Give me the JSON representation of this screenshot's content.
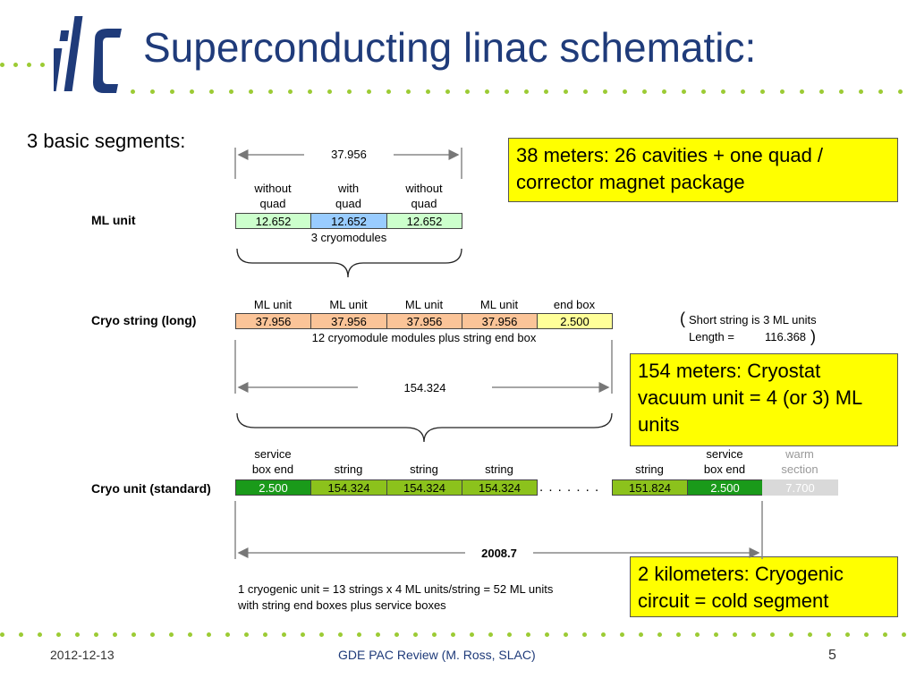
{
  "title": "Superconducting linac schematic:",
  "logo_text": "ilc",
  "segments_label": "3 basic segments:",
  "callouts": {
    "c1": "38 meters: 26 cavities + one quad / corrector magnet package",
    "c2": "154 meters: Cryostat vacuum unit = 4 (or 3) ML units",
    "c3": "2 kilometers: Cryogenic circuit = cold segment"
  },
  "ml_unit": {
    "row_label": "ML unit",
    "span": "37.956",
    "headers": [
      {
        "l1": "without",
        "l2": "quad"
      },
      {
        "l1": "with",
        "l2": "quad"
      },
      {
        "l1": "without",
        "l2": "quad"
      }
    ],
    "values": [
      "12.652",
      "12.652",
      "12.652"
    ],
    "caption": "3 cryomodules"
  },
  "cryo_string": {
    "row_label": "Cryo string (long)",
    "headers": [
      "ML unit",
      "ML unit",
      "ML unit",
      "ML unit",
      "end box"
    ],
    "values": [
      "37.956",
      "37.956",
      "37.956",
      "37.956",
      "2.500"
    ],
    "caption": "12 cryomodule modules plus string end box",
    "span": "154.324",
    "note_l1": "Short string is 3 ML units",
    "note_l2_label": "Length =",
    "note_l2_value": "116.368"
  },
  "cryo_unit": {
    "row_label": "Cryo unit (standard)",
    "headers": [
      {
        "l1": "service",
        "l2": "box end"
      },
      {
        "l1": "",
        "l2": "string"
      },
      {
        "l1": "",
        "l2": "string"
      },
      {
        "l1": "",
        "l2": "string"
      },
      {
        "l1": "",
        "l2": "string"
      },
      {
        "l1": "service",
        "l2": "box end"
      },
      {
        "l1": "warm",
        "l2": "section"
      }
    ],
    "values": [
      "2.500",
      "154.324",
      "154.324",
      "154.324",
      "151.824",
      "2.500",
      "7.700"
    ],
    "ellipsis": ". . . . . . .",
    "span": "2008.7",
    "caption_l1": "1 cryogenic unit = 13 strings x 4 ML units/string = 52 ML units",
    "caption_l2": "with string end boxes plus service boxes"
  },
  "footer": {
    "date": "2012-12-13",
    "center": "GDE PAC Review (M. Ross, SLAC)",
    "page": "5"
  },
  "colors": {
    "title": "#1f3b7a",
    "dots": "#9ccb34",
    "callout": "#ffff00",
    "ml_light_green": "#ccffcc",
    "ml_blue": "#99ccff",
    "orange": "#fbc498",
    "end_box_yellow": "#ffff99",
    "dark_green": "#1a9a1a",
    "lime": "#8cc21c",
    "warm_gray": "#d9d9d9"
  }
}
